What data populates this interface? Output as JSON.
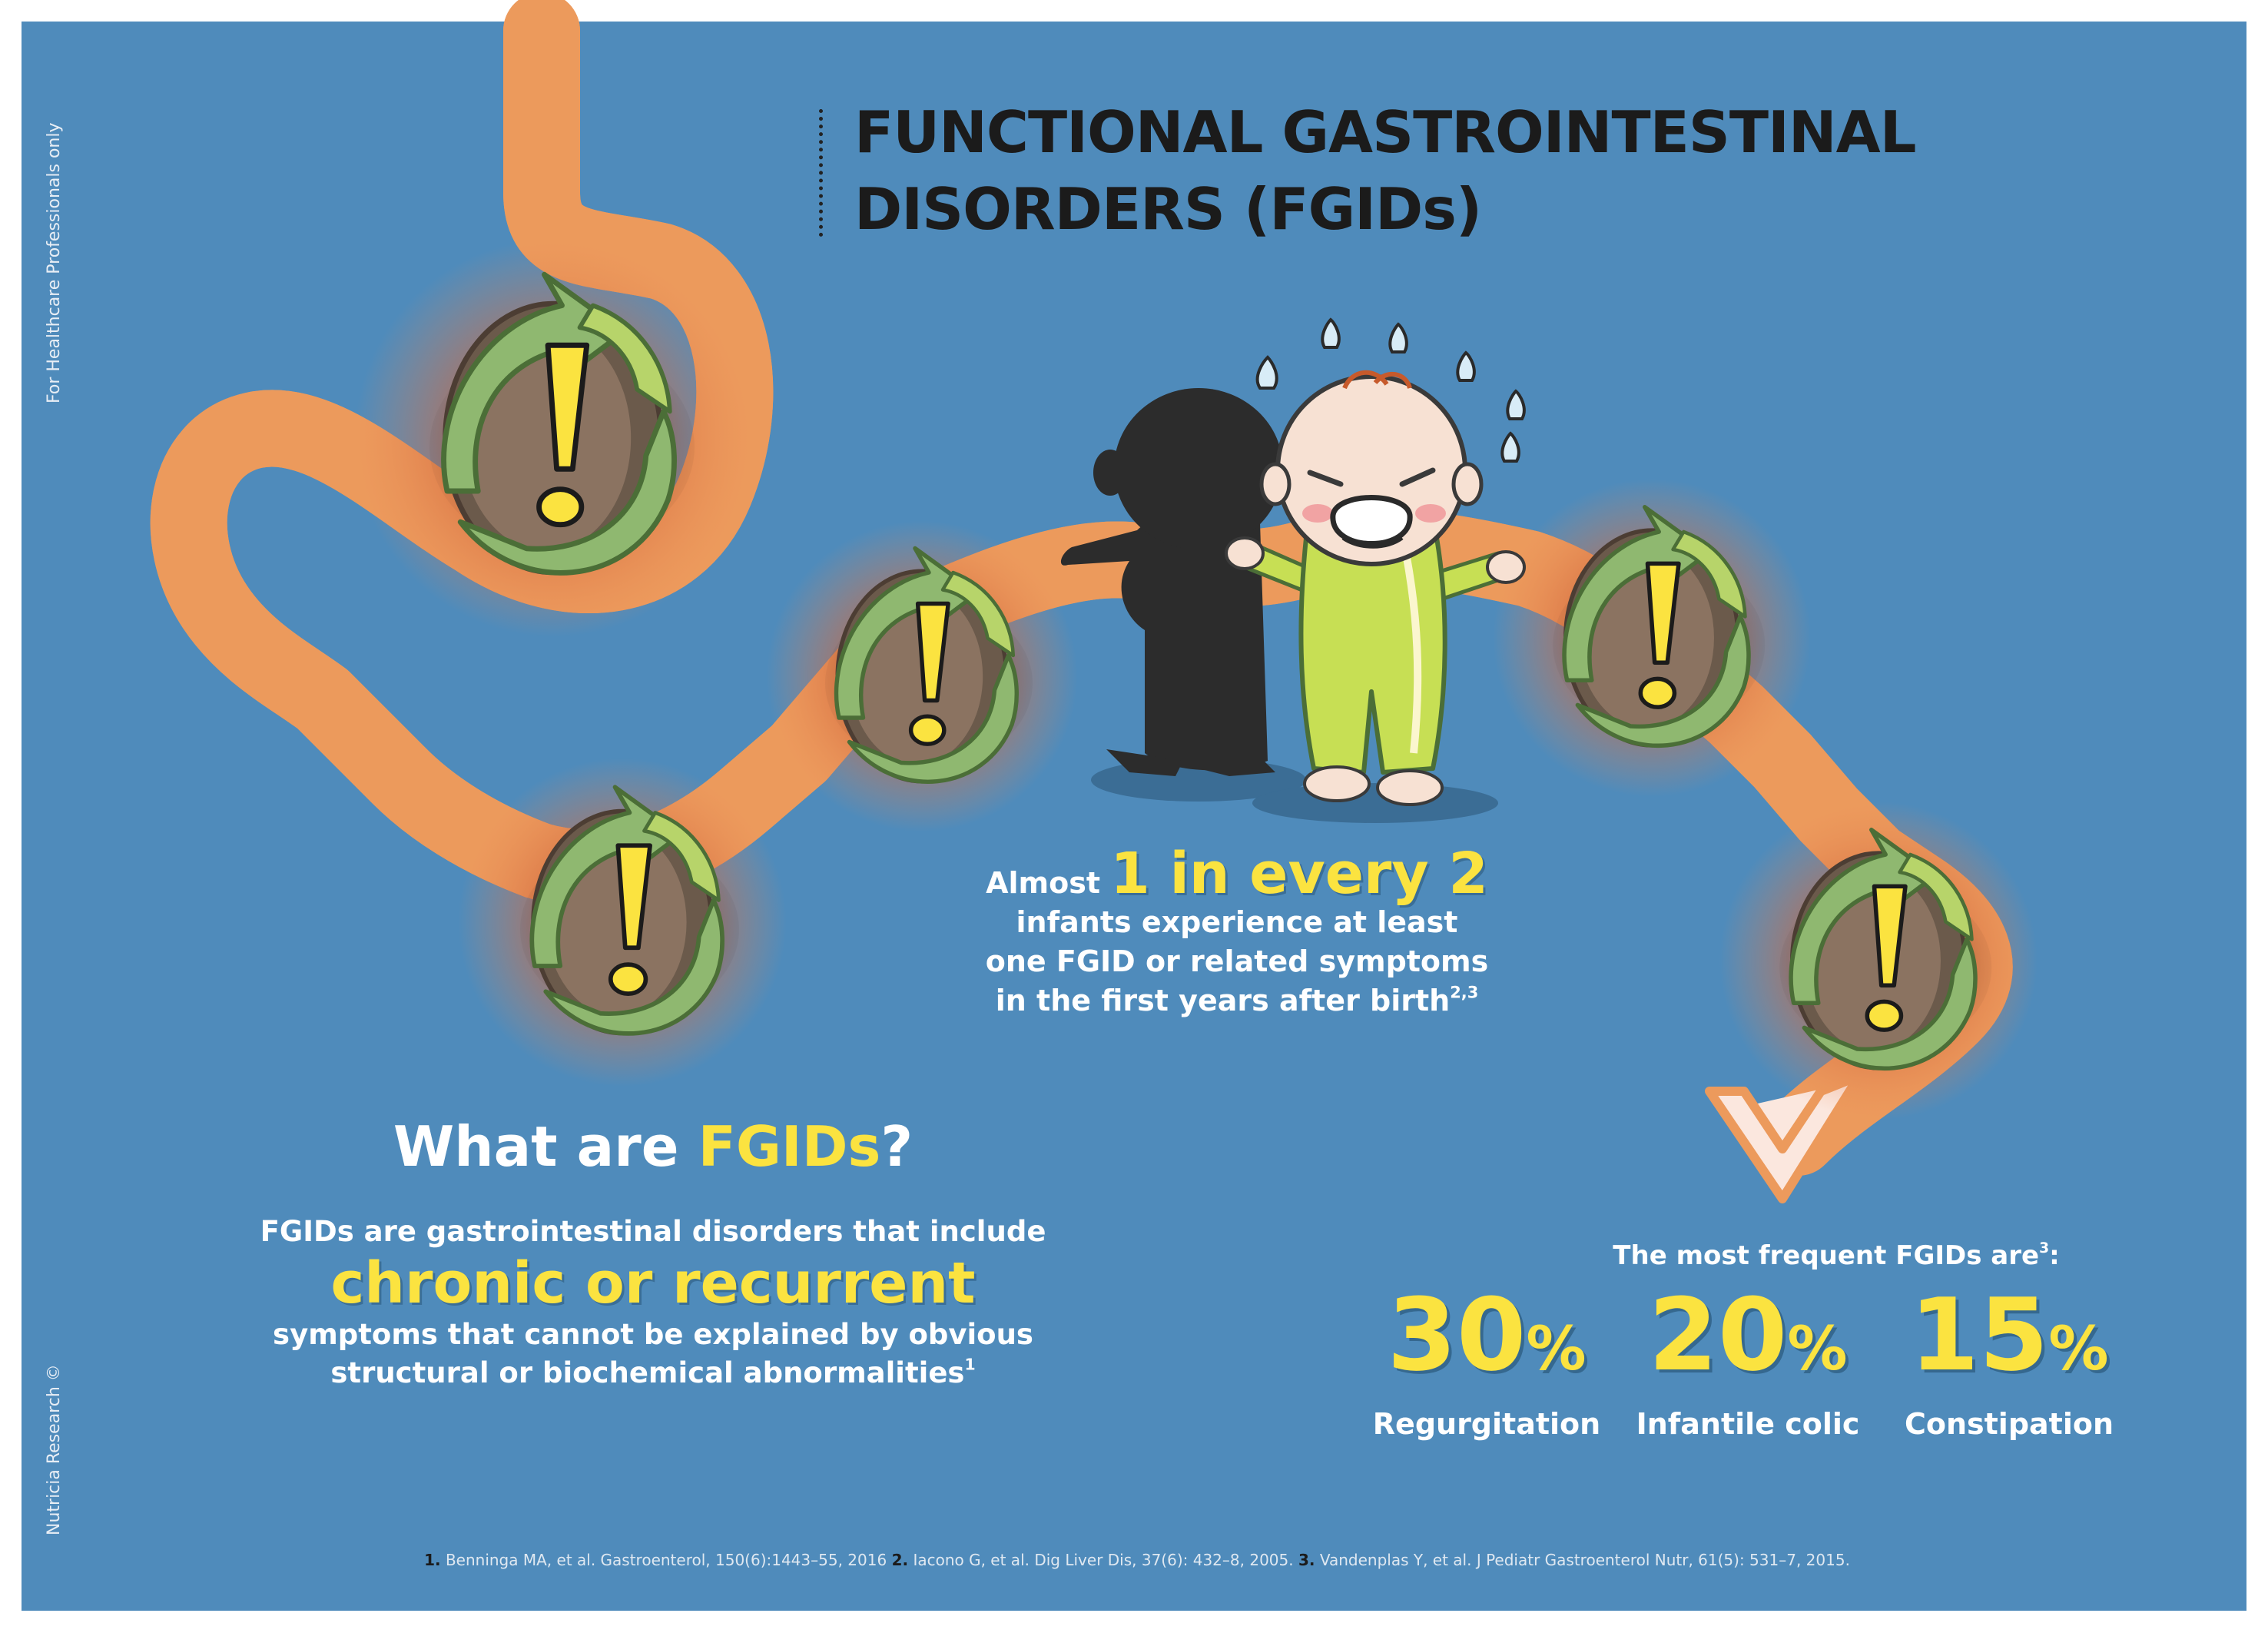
{
  "side_notes": {
    "top": "For Healthcare Professionals only",
    "bottom": "Nutricia Research ©"
  },
  "title": {
    "line1": "FUNCTIONAL GASTROINTESTINAL",
    "line2": "DISORDERS (FGIDs)"
  },
  "stat": {
    "prefix": "Almost",
    "highlight": "1 in every 2",
    "line1": "infants experience at least",
    "line2": "one FGID or related symptoms",
    "line3": "in the first years after birth",
    "refs": "2,3"
  },
  "what": {
    "title_plain": "What are ",
    "title_accent": "FGIDs",
    "title_end": "?",
    "line1": "FGIDs are gastrointestinal disorders that include",
    "highlight": "chronic or recurrent",
    "line2": "symptoms that cannot be explained by obvious",
    "line3": "structural or biochemical abnormalities",
    "ref": "1"
  },
  "frequent": {
    "heading": "The most frequent FGIDs are",
    "ref": "3",
    "colon": ":",
    "items": [
      {
        "value": "30",
        "unit": "%",
        "label": "Regurgitation"
      },
      {
        "value": "20",
        "unit": "%",
        "label": "Infantile colic"
      },
      {
        "value": "15",
        "unit": "%",
        "label": "Constipation"
      }
    ]
  },
  "references": [
    {
      "num": "1.",
      "text": "Benninga MA, et al. Gastroenterol, 150(6):1443–55, 2016"
    },
    {
      "num": "2.",
      "text": "Iacono G, et al. Dig Liver Dis, 37(6): 432–8, 2005."
    },
    {
      "num": "3.",
      "text": "Vandenplas Y, et al. J Pediatr Gastroenterol Nutr, 61(5): 531–7, 2015."
    }
  ],
  "colors": {
    "background": "#4f8bbb",
    "accent_yellow": "#fbe340",
    "title_dark": "#1b1b1b",
    "gut_fill": "#fbe7de",
    "gut_outline": "#ec9a5c",
    "arrow_green": "#8fb870",
    "baby_suit": "#c7df54",
    "silhouette": "#2c2c2c"
  },
  "icons": [
    "gut-tract-illustration",
    "warning-knot-icon",
    "crying-baby-illustration",
    "baby-silhouette-illustration",
    "sweat-drop-icon"
  ]
}
